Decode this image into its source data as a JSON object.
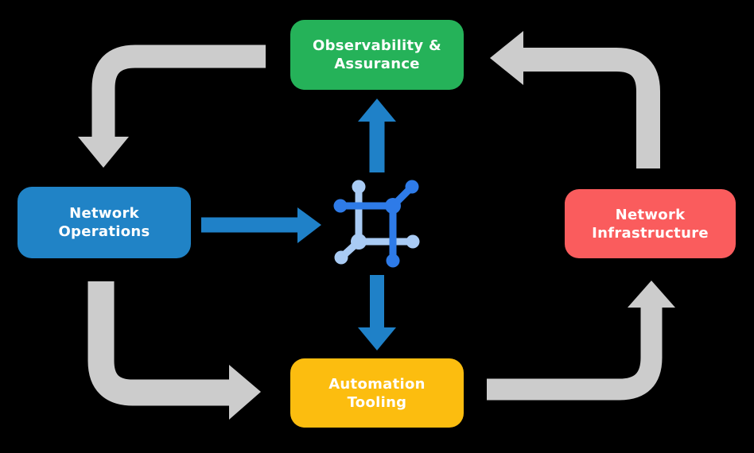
{
  "diagram": {
    "colors": {
      "background": "#000000",
      "green": "#25b259",
      "blue": "#2083c6",
      "red": "#fa5c5d",
      "yellow": "#fcbd0f",
      "gray": "#cccccc",
      "arrow_blue": "#1f81c8",
      "icon_dark": "#2e7be8",
      "icon_light": "#a9cbf4",
      "text": "#ffffff"
    },
    "nodes": [
      {
        "id": "observability-assurance",
        "label": "Observability &\nAssurance",
        "color": "#25b259"
      },
      {
        "id": "network-operations",
        "label": "Network\nOperations",
        "color": "#2083c6"
      },
      {
        "id": "network-infrastructure",
        "label": "Network\nInfrastructure",
        "color": "#fa5c5d"
      },
      {
        "id": "automation-tooling",
        "label": "Automation\nTooling",
        "color": "#fcbd0f"
      }
    ],
    "center_icon": "network-automation-icon",
    "flows": [
      {
        "from": "observability-assurance",
        "to": "network-operations",
        "style": "gray-elbow"
      },
      {
        "from": "network-operations",
        "to": "automation-tooling",
        "style": "gray-elbow"
      },
      {
        "from": "automation-tooling",
        "to": "network-infrastructure",
        "style": "gray-elbow"
      },
      {
        "from": "network-infrastructure",
        "to": "observability-assurance",
        "style": "gray-elbow"
      },
      {
        "from": "network-operations",
        "to": "center-icon",
        "style": "blue-straight"
      },
      {
        "from": "center-icon",
        "to": "observability-assurance",
        "style": "blue-straight"
      },
      {
        "from": "center-icon",
        "to": "automation-tooling",
        "style": "blue-straight"
      }
    ]
  }
}
